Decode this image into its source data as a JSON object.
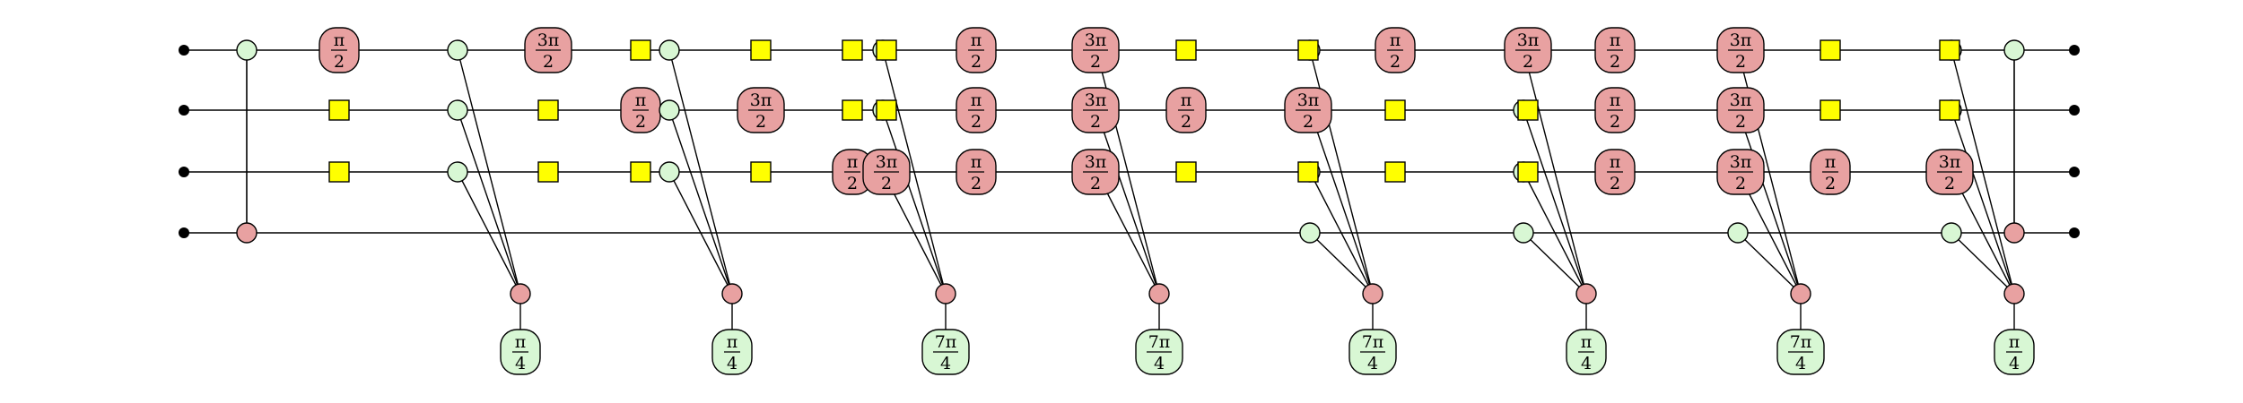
{
  "diagram": {
    "kind": "zx-calculus circuit",
    "qubit_count": 4,
    "colors": {
      "wire": "#000000",
      "z_spider": "#d8f7d4",
      "x_spider": "#e8a1a1",
      "hadamard": "#ffff00",
      "boundary": "#000000"
    },
    "columns": [
      {
        "type": "cnot",
        "ctrl": [
          0
        ],
        "tgt": 3
      },
      {
        "type": "layer",
        "q": [
          "pi/2",
          "H",
          "H"
        ]
      },
      {
        "type": "phase_gadget",
        "legs": [
          0,
          1,
          2
        ],
        "phase": "pi/4"
      },
      {
        "type": "layer",
        "q": [
          "3pi/2",
          "H",
          "H"
        ]
      },
      {
        "type": "layer",
        "q": [
          "H",
          "pi/2",
          "H"
        ]
      },
      {
        "type": "phase_gadget",
        "legs": [
          0,
          1,
          2
        ],
        "phase": "pi/4"
      },
      {
        "type": "layer",
        "q": [
          "H",
          "3pi/2",
          "H"
        ]
      },
      {
        "type": "layer",
        "q": [
          "H",
          "H",
          "pi/2"
        ]
      },
      {
        "type": "phase_gadget",
        "legs": [
          0,
          1,
          2
        ],
        "phase": "7pi/4"
      },
      {
        "type": "layer",
        "q": [
          "H",
          "H",
          "3pi/2"
        ]
      },
      {
        "type": "layer",
        "q": [
          "pi/2",
          "pi/2",
          "pi/2"
        ]
      },
      {
        "type": "phase_gadget",
        "legs": [
          0,
          1,
          2
        ],
        "phase": "7pi/4"
      },
      {
        "type": "layer",
        "q": [
          "3pi/2",
          "3pi/2",
          "3pi/2"
        ]
      },
      {
        "type": "layer",
        "q": [
          "H",
          "pi/2",
          "H"
        ]
      },
      {
        "type": "phase_gadget",
        "legs": [
          0,
          1,
          2,
          3
        ],
        "phase": "7pi/4"
      },
      {
        "type": "layer",
        "q": [
          "H",
          "3pi/2",
          "H"
        ]
      },
      {
        "type": "layer",
        "q": [
          "pi/2",
          "H",
          "H"
        ]
      },
      {
        "type": "phase_gadget",
        "legs": [
          0,
          1,
          2,
          3
        ],
        "phase": "pi/4"
      },
      {
        "type": "layer",
        "q": [
          "3pi/2",
          "H",
          "H"
        ]
      },
      {
        "type": "layer",
        "q": [
          "pi/2",
          "pi/2",
          "pi/2"
        ]
      },
      {
        "type": "phase_gadget",
        "legs": [
          0,
          1,
          2,
          3
        ],
        "phase": "7pi/4"
      },
      {
        "type": "layer",
        "q": [
          "3pi/2",
          "3pi/2",
          "3pi/2"
        ]
      },
      {
        "type": "layer",
        "q": [
          "H",
          "H",
          "pi/2"
        ]
      },
      {
        "type": "phase_gadget",
        "legs": [
          0,
          1,
          2,
          3
        ],
        "phase": "pi/4"
      },
      {
        "type": "layer",
        "q": [
          "H",
          "H",
          "3pi/2"
        ]
      },
      {
        "type": "cnot",
        "ctrl": [
          0
        ],
        "tgt": 3
      }
    ]
  }
}
